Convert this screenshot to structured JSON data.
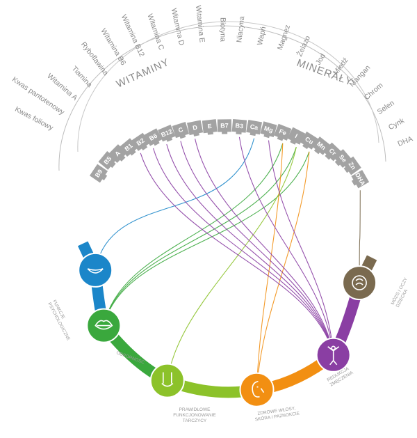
{
  "nutrients": {
    "outer_labels": [
      "Kwas foliowy",
      "Kwas pantotenowy",
      "Witamina A",
      "Tiamina",
      "Ryboflawina",
      "Witamina B6",
      "Witamina B12",
      "Witamina C",
      "Witamina D",
      "Witamina E",
      "Biotyna",
      "Niacyna",
      "Wapń",
      "Magnez",
      "Żelazo",
      "Jod",
      "Miedź",
      "Mangan",
      "Chrom",
      "Selen",
      "Cynk",
      "DHA"
    ],
    "tabs": [
      "B9",
      "B5",
      "A",
      "B1",
      "B2",
      "B6",
      "B12",
      "C",
      "D",
      "E",
      "B7",
      "B3",
      "Ca",
      "Mg",
      "Fe",
      "I",
      "Cu",
      "Mn",
      "Cr",
      "Se",
      "Zn",
      "DHA"
    ],
    "group_vitamins": "WITAMINY",
    "group_minerals": "MINERAŁY",
    "tab_color": "#a3a3a3"
  },
  "functions": [
    {
      "icon": "mouth-icon",
      "label_lines": [
        "FUNKCJE",
        "PSYCHOLOGICZNE"
      ],
      "color": "#1b86c9"
    },
    {
      "icon": "shield-icon",
      "label_lines": [
        "ODPORNOŚĆ"
      ],
      "color": "#3aa83d"
    },
    {
      "icon": "thyroid-icon",
      "label_lines": [
        "PRAWIDŁOWE",
        "FUNKCJONOWANIE",
        "TARCZYCY"
      ],
      "color": "#8cc22a"
    },
    {
      "icon": "face-icon",
      "label_lines": [
        "ZDROWE WŁOSY,",
        "SKÓRA I PAZNOKCIE"
      ],
      "color": "#f28f12"
    },
    {
      "icon": "stretch-icon",
      "label_lines": [
        "REDUKCJA",
        "ZMĘCZENIA"
      ],
      "color": "#8a3ea3"
    },
    {
      "icon": "brain-icon",
      "label_lines": [
        "MÓZG I OCZY",
        "DZIECKA"
      ],
      "color": "#7a6a4f"
    }
  ]
}
